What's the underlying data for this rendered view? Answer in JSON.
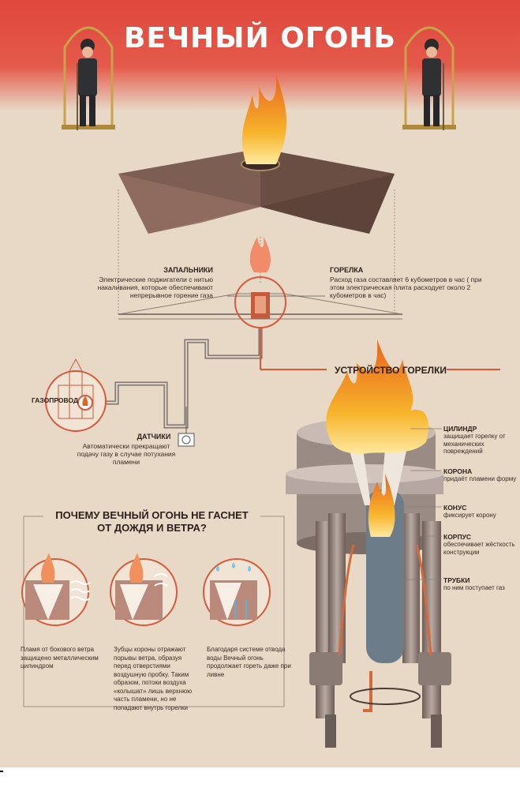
{
  "title": "ВЕЧНЫЙ ОГОНЬ",
  "colors": {
    "band": "#e0473b",
    "background": "#e8d9c6",
    "accent": "#d9593f",
    "metal": "#8c7a72",
    "flame": "#f39a1e"
  },
  "diagram": {
    "igniters": {
      "title": "ЗАПАЛЬНИКИ",
      "text": "Электрические поджигатели с нитью накаливания, которые обеспечивают непрерывное горение газа"
    },
    "burner": {
      "title": "ГОРЕЛКА",
      "text": "Расход газа составляет 6 кубометров в час ( при этом электрическая плита расходует около 2 кубометров в час)"
    },
    "gas_pipeline": {
      "title": "ГАЗОПРОВОД"
    },
    "sensors": {
      "title": "ДАТЧИКИ",
      "text": "Автоматически прекращают подачу газу в случае потухания пламени"
    }
  },
  "burner_device": {
    "title": "УСТРОЙСТВО ГОРЕЛКИ",
    "parts": [
      {
        "name": "ЦИЛИНДР",
        "text": "защищает горелку от механических повреждений"
      },
      {
        "name": "КОРОНА",
        "text": "придаёт пламени форму"
      },
      {
        "name": "КОНУС",
        "text": "фиксирует корону"
      },
      {
        "name": "КОРПУС",
        "text": "обеспечивает жёсткость конструкции"
      },
      {
        "name": "ТРУБКИ",
        "text": "по ним поступает газ"
      }
    ]
  },
  "why_section": {
    "title": "ПОЧЕМУ ВЕЧНЫЙ ОГОНЬ НЕ ГАСНЕТ ОТ ДОЖДЯ И ВЕТРА?",
    "captions": [
      "Пламя от бокового ветра защищено металлическим цилиндром",
      "Зубцы короны отражают порывы ветра, образуя перед отверстиями воздушную пробку. Таким образом, потоки воздуха «колышат» лишь верхнюю часть пламени, но не попадают внутрь горелки",
      "Благодаря системе отвода воды Вечный огонь продолжает гореть даже при ливне"
    ]
  }
}
